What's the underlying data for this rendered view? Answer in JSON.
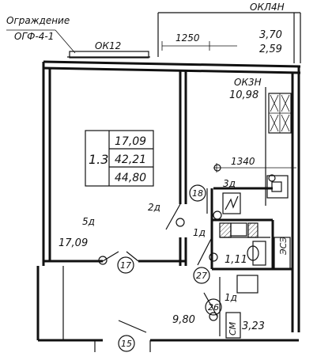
{
  "labels": {
    "railing_title": "Ограждение",
    "railing_code": "ОГФ-4-1",
    "window_ok12": "ОК12",
    "window_okl4n": "ОКЛ4Н",
    "window_ok3n": "ОК3Н",
    "dim_1250": "1250",
    "dim_1340": "1340",
    "door_2d": "2д",
    "door_5d": "5д",
    "door_1d_a": "1д",
    "door_1d_b": "1д",
    "door_3d": "3д",
    "ezs": "ЭСЭ",
    "sm": "СМ"
  },
  "rooms": {
    "balcony_a": "3,70",
    "balcony_b": "2,59",
    "kitchen": "10,98",
    "living": "17,09",
    "bath": "1,11",
    "hall": "9,80",
    "wc": "3,23"
  },
  "apartment": {
    "code": "1.3",
    "area_living": "17,09",
    "area_useful": "42,21",
    "area_total": "44,80"
  },
  "markers": {
    "m18": "18",
    "m17": "17",
    "m27": "27",
    "m26": "26",
    "m15": "15"
  }
}
